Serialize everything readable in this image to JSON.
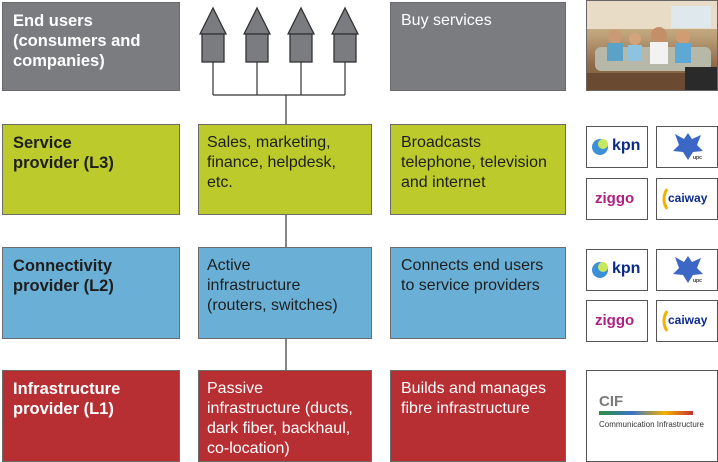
{
  "rows": [
    {
      "label": [
        "End users",
        "(consumers and",
        "companies)"
      ],
      "middle": [],
      "description": [
        "Buy services"
      ]
    },
    {
      "label": [
        "Service",
        "provider (L3)"
      ],
      "middle": [
        "Sales, marketing,",
        "finance, helpdesk,",
        "etc."
      ],
      "description": [
        "Broadcasts",
        "telephone, television",
        "and internet"
      ],
      "logos": [
        "kpn",
        "upc",
        "ziggo",
        "caiway"
      ]
    },
    {
      "label": [
        "Connectivity",
        "provider (L2)"
      ],
      "middle": [
        "Active",
        "infrastructure",
        "(routers, switches)"
      ],
      "description": [
        "Connects end users",
        "to service providers"
      ],
      "logos": [
        "kpn",
        "upc",
        "ziggo",
        "caiway"
      ]
    },
    {
      "label": [
        "Infrastructure",
        "provider (L1)"
      ],
      "middle": [
        "Passive",
        "infrastructure (ducts,",
        "dark fiber, backhaul,",
        "co-location)"
      ],
      "description": [
        "Builds and manages",
        "fibre infrastructure"
      ],
      "logo": {
        "title": "CIF",
        "subtitle": "Communication Infrastructure"
      }
    }
  ],
  "colors": {
    "end_users": "#7b7c80",
    "service": "#bccb2b",
    "connectivity": "#6ab0d6",
    "infrastructure": "#b72f33"
  },
  "icons": [
    "house-icon",
    "house-icon",
    "house-icon",
    "house-icon"
  ]
}
